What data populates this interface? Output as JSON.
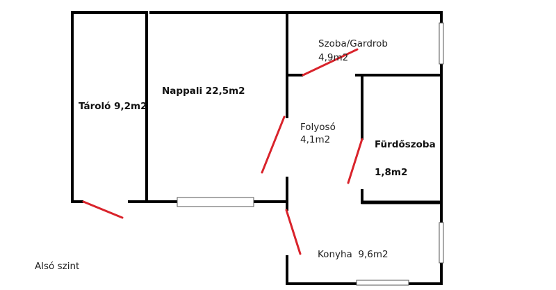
{
  "plan": {
    "level_label": "Alsó szint",
    "rooms": {
      "storage": {
        "name": "Tároló 9,2m2"
      },
      "living": {
        "name": "Nappali 22,5m2"
      },
      "room": {
        "name": "Szoba/Gardrob",
        "area": "4,9m2"
      },
      "hall": {
        "name": "Folyosó",
        "area": "4,1m2"
      },
      "bath": {
        "name": "Fürdőszoba",
        "area": "1,8m2"
      },
      "kitchen": {
        "name": "Konyha  9,6m2"
      }
    },
    "colors": {
      "wall": "#000000",
      "door": "#d9232b",
      "window": "#555555"
    }
  }
}
